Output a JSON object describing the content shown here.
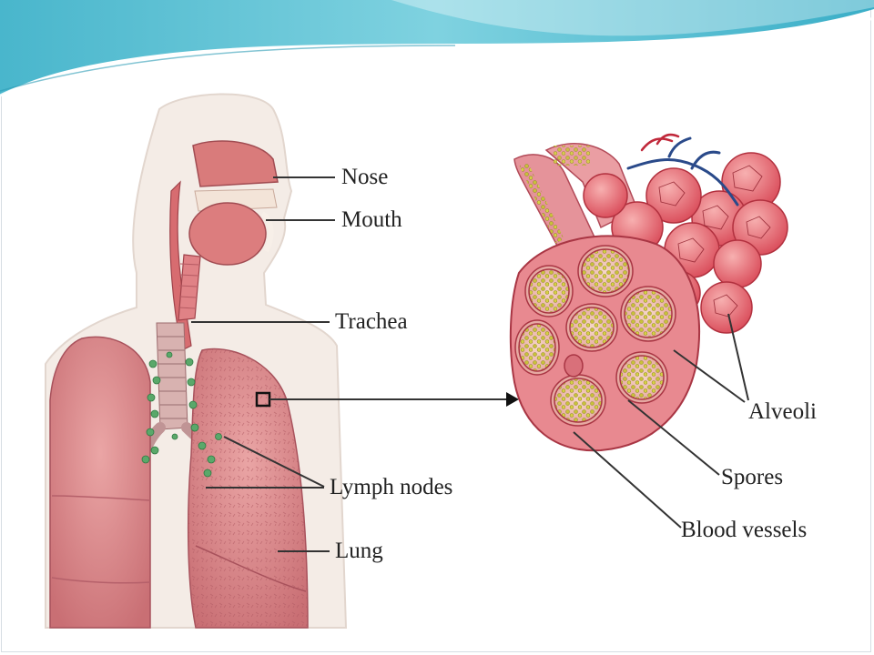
{
  "labels": {
    "nose": "Nose",
    "mouth": "Mouth",
    "trachea": "Trachea",
    "lymph_nodes": "Lymph nodes",
    "lung": "Lung",
    "alveoli": "Alveoli",
    "spores": "Spores",
    "blood_vessels": "Blood vessels"
  },
  "colors": {
    "banner_teal": "#5fc3d6",
    "tissue_pink": "#e07a7a",
    "lung_pink": "#d9878a",
    "spore_yellow": "#c9c23a",
    "lymph_green": "#5aa86a",
    "vein_blue": "#2a4a8a",
    "skin": "#f4ece6"
  }
}
